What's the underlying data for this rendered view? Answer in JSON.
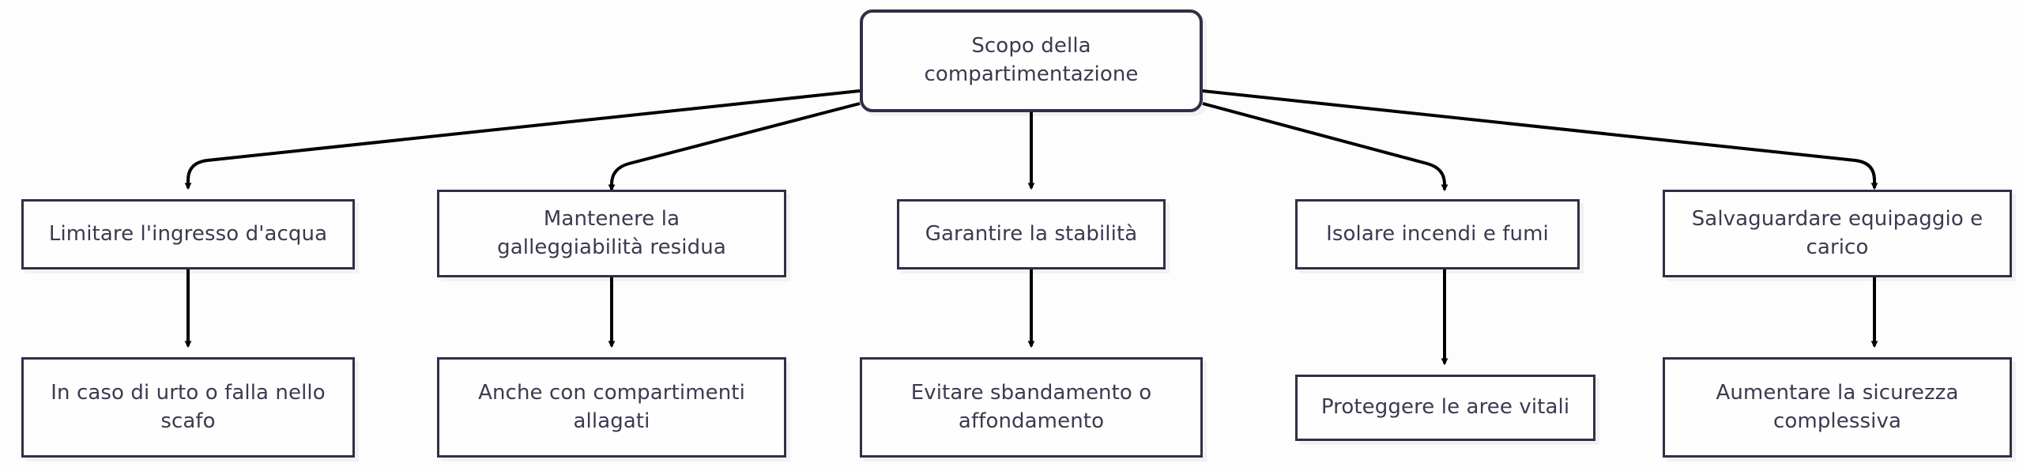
{
  "diagram": {
    "type": "flowchart",
    "direction": "top-down",
    "background_color": "#fdfdfd",
    "node_border_color": "#2f2f48",
    "node_fill_color": "#fefefe",
    "node_text_color": "#3a3a50",
    "edge_color": "#000000",
    "root": {
      "id": "root",
      "label": "Scopo della\ncompartimentazione",
      "shape": "rounded-rectangle"
    },
    "branches": [
      {
        "id": "branch-1",
        "label": "Limitare l'ingresso d'acqua",
        "shape": "rectangle",
        "detail": {
          "id": "detail-1",
          "label": "In caso di urto o falla nello\nscafo",
          "shape": "rectangle"
        }
      },
      {
        "id": "branch-2",
        "label": "Mantenere la\ngalleggiabilità residua",
        "shape": "rectangle",
        "detail": {
          "id": "detail-2",
          "label": "Anche con compartimenti\nallagati",
          "shape": "rectangle"
        }
      },
      {
        "id": "branch-3",
        "label": "Garantire la stabilità",
        "shape": "rectangle",
        "detail": {
          "id": "detail-3",
          "label": "Evitare sbandamento o\naffondamento",
          "shape": "rectangle"
        }
      },
      {
        "id": "branch-4",
        "label": "Isolare incendi e fumi",
        "shape": "rectangle",
        "detail": {
          "id": "detail-4",
          "label": "Proteggere le aree vitali",
          "shape": "rectangle"
        }
      },
      {
        "id": "branch-5",
        "label": "Salvaguardare equipaggio e\ncarico",
        "shape": "rectangle",
        "detail": {
          "id": "detail-5",
          "label": "Aumentare la sicurezza\ncomplessiva",
          "shape": "rectangle"
        }
      }
    ],
    "edges": [
      {
        "from": "root",
        "to": "branch-1",
        "arrow": "arrowhead"
      },
      {
        "from": "root",
        "to": "branch-2",
        "arrow": "arrowhead"
      },
      {
        "from": "root",
        "to": "branch-3",
        "arrow": "arrowhead"
      },
      {
        "from": "root",
        "to": "branch-4",
        "arrow": "arrowhead"
      },
      {
        "from": "root",
        "to": "branch-5",
        "arrow": "arrowhead"
      },
      {
        "from": "branch-1",
        "to": "detail-1",
        "arrow": "arrowhead"
      },
      {
        "from": "branch-2",
        "to": "detail-2",
        "arrow": "arrowhead"
      },
      {
        "from": "branch-3",
        "to": "detail-3",
        "arrow": "arrowhead"
      },
      {
        "from": "branch-4",
        "to": "detail-4",
        "arrow": "arrowhead"
      },
      {
        "from": "branch-5",
        "to": "detail-5",
        "arrow": "arrowhead"
      }
    ]
  }
}
